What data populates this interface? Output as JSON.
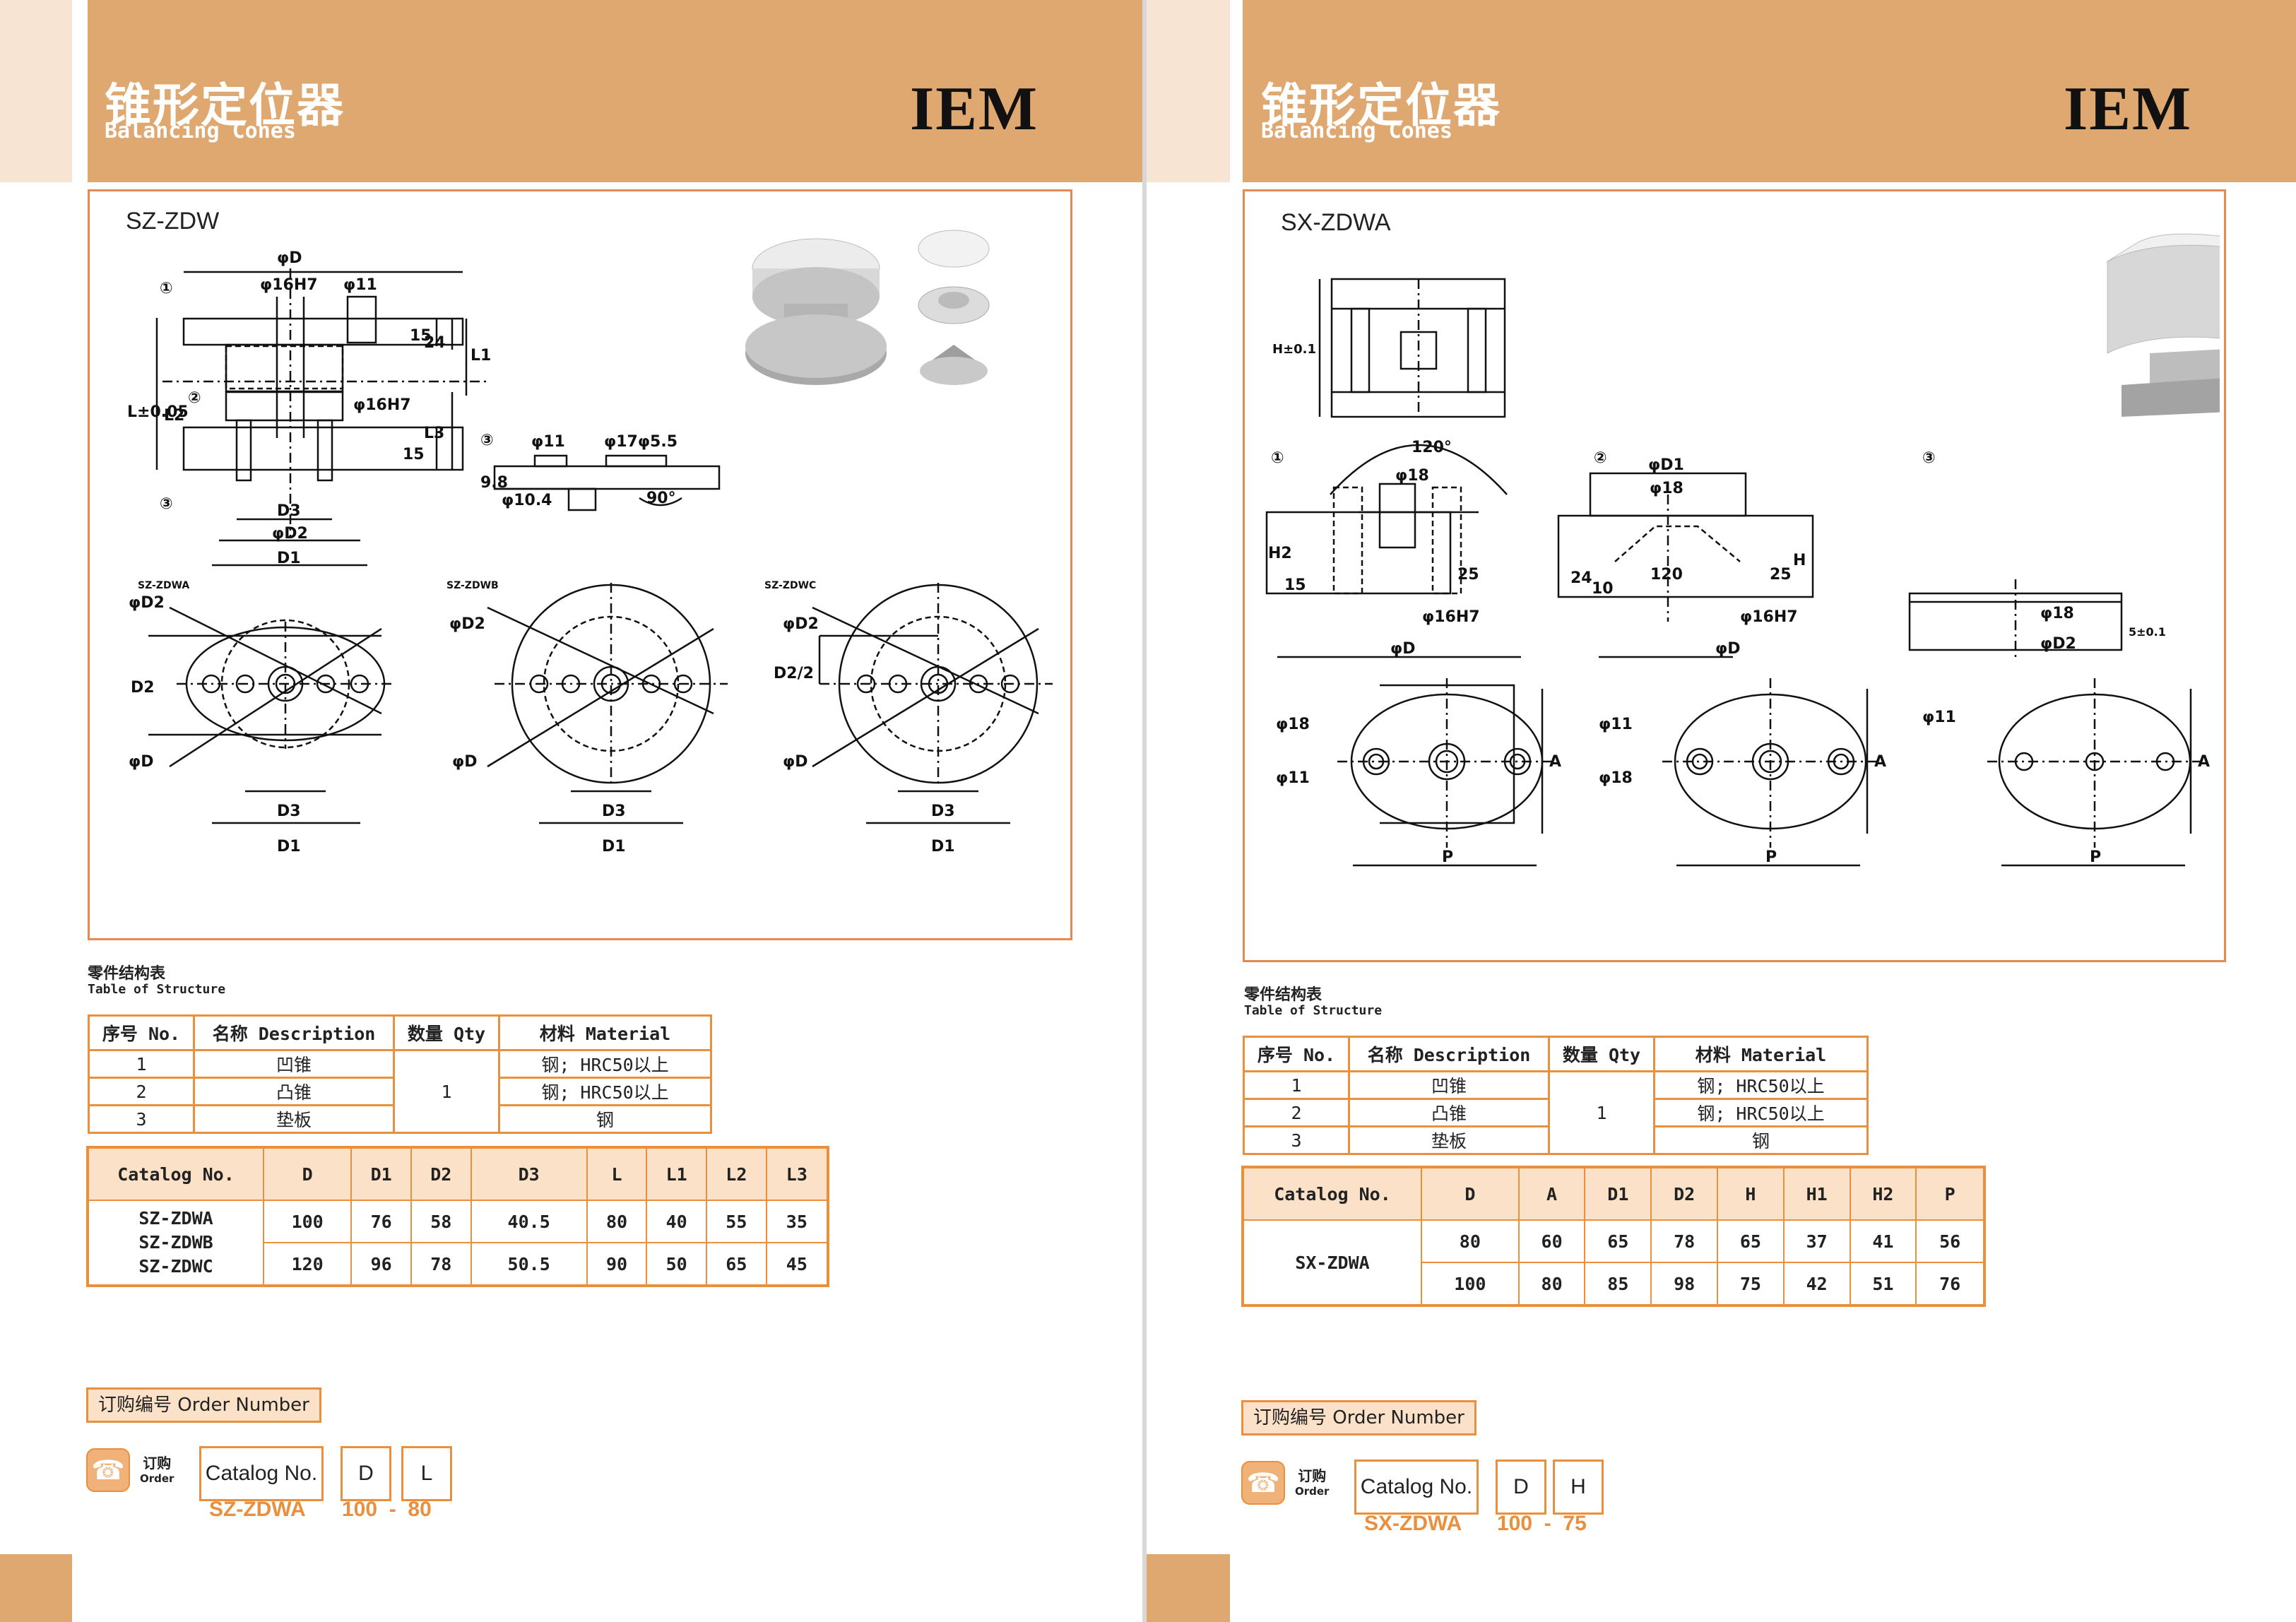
{
  "left": {
    "title_cn": "锥形定位器",
    "title_en": "Balancing Cones",
    "brand": "IEM",
    "model": "SZ-ZDW",
    "drawing_labels": {
      "c1": "①",
      "c2": "②",
      "c3": "③",
      "c3b": "③",
      "phiD": "φD",
      "phi16H7": "φ16H7",
      "phi11": "φ11",
      "phi16H7b": "φ16H7",
      "n15": "15",
      "n24": "24",
      "L1": "L1",
      "L": "L±0.05",
      "L2": "L2",
      "L3": "L3",
      "n15b": "15",
      "D3": "D3",
      "phiD2": "φD2",
      "D1": "D1",
      "p3_phi11": "φ11",
      "p3_phi17": "φ17φ5.5",
      "p3_98": "9.8",
      "p3_104": "φ10.4",
      "p3_90": "90°",
      "v1_name": "SZ-ZDWA",
      "v2_name": "SZ-ZDWB",
      "v3_name": "SZ-ZDWC",
      "v1_phiD2": "φD2",
      "v1_D2": "D2",
      "v1_phiD": "φD",
      "v1_D3": "D3",
      "v1_D1": "D1",
      "v2_phiD2": "φD2",
      "v2_phiD": "φD",
      "v2_D3": "D3",
      "v2_D1": "D1",
      "v3_phiD2": "φD2",
      "v3_D22": "D2/2",
      "v3_phiD": "φD",
      "v3_D3": "D3",
      "v3_D1": "D1"
    },
    "struct_title_cn": "零件结构表",
    "struct_title_en": "Table of Structure",
    "struct_headers": [
      "序号 No.",
      "名称 Description",
      "数量 Qty",
      "材料 Material"
    ],
    "struct_rows": [
      {
        "no": "1",
        "desc": "凹锥",
        "qty": "1",
        "mat": "钢; HRC50以上"
      },
      {
        "no": "2",
        "desc": "凸锥",
        "mat": "钢; HRC50以上"
      },
      {
        "no": "3",
        "desc": "垫板",
        "mat": "钢"
      }
    ],
    "spec_headers": [
      "Catalog No.",
      "D",
      "D1",
      "D2",
      "D3",
      "L",
      "L1",
      "L2",
      "L3"
    ],
    "spec_catalog": [
      "SZ-ZDWA",
      "SZ-ZDWB",
      "SZ-ZDWC"
    ],
    "spec_rows": [
      [
        "100",
        "76",
        "58",
        "40.5",
        "80",
        "40",
        "55",
        "35"
      ],
      [
        "120",
        "96",
        "78",
        "50.5",
        "90",
        "50",
        "65",
        "45"
      ]
    ],
    "order_tag": "订购编号 Order Number",
    "order_cn": "订购",
    "order_en": "Order",
    "order_catalog_label": "Catalog No.",
    "order_box1": "D",
    "order_box2": "L",
    "order_example_cat": "SZ-ZDWA",
    "order_example_val": "100  -  80"
  },
  "right": {
    "title_cn": "锥形定位器",
    "title_en": "Balancing Cones",
    "brand": "IEM",
    "model": "SX-ZDWA",
    "drawing_labels": {
      "H01": "H±0.1",
      "c1": "①",
      "c2": "②",
      "c3": "③",
      "a120": "120°",
      "phi18": "φ18",
      "H2": "H2",
      "n15": "15",
      "n25": "25",
      "phi16H7": "φ16H7",
      "phiD": "φD",
      "phiD1": "φD1",
      "phi18b": "φ18",
      "n24": "24",
      "n10": "10",
      "a120b": "120",
      "n25b": "25",
      "H": "H",
      "phi16H7b": "φ16H7",
      "phiDb": "φD",
      "phi18c": "φ18",
      "phiD2": "φD2",
      "n501": "5±0.1",
      "b1_phi18": "φ18",
      "b1_phi11": "φ11",
      "b1_A": "A",
      "b1_P": "P",
      "b2_phi11": "φ11",
      "b2_phi18": "φ18",
      "b2_A": "A",
      "b2_P": "P",
      "b3_phi11": "φ11",
      "b3_A": "A",
      "b3_P": "P"
    },
    "struct_title_cn": "零件结构表",
    "struct_title_en": "Table of Structure",
    "struct_headers": [
      "序号 No.",
      "名称 Description",
      "数量 Qty",
      "材料 Material"
    ],
    "struct_rows": [
      {
        "no": "1",
        "desc": "凹锥",
        "qty": "1",
        "mat": "钢; HRC50以上"
      },
      {
        "no": "2",
        "desc": "凸锥",
        "mat": "钢; HRC50以上"
      },
      {
        "no": "3",
        "desc": "垫板",
        "mat": "钢"
      }
    ],
    "spec_headers": [
      "Catalog No.",
      "D",
      "A",
      "D1",
      "D2",
      "H",
      "H1",
      "H2",
      "P"
    ],
    "spec_catalog": "SX-ZDWA",
    "spec_rows": [
      [
        "80",
        "60",
        "65",
        "78",
        "65",
        "37",
        "41",
        "56"
      ],
      [
        "100",
        "80",
        "85",
        "98",
        "75",
        "42",
        "51",
        "76"
      ]
    ],
    "order_tag": "订购编号 Order Number",
    "order_cn": "订购",
    "order_en": "Order",
    "order_catalog_label": "Catalog No.",
    "order_box1": "D",
    "order_box2": "H",
    "order_example_cat": "SX-ZDWA",
    "order_example_val": "100  -  75"
  },
  "colors": {
    "header": "#e0a871",
    "accent": "#e8903e",
    "light": "#fbe1c8",
    "stripe": "#f8e4d2"
  }
}
